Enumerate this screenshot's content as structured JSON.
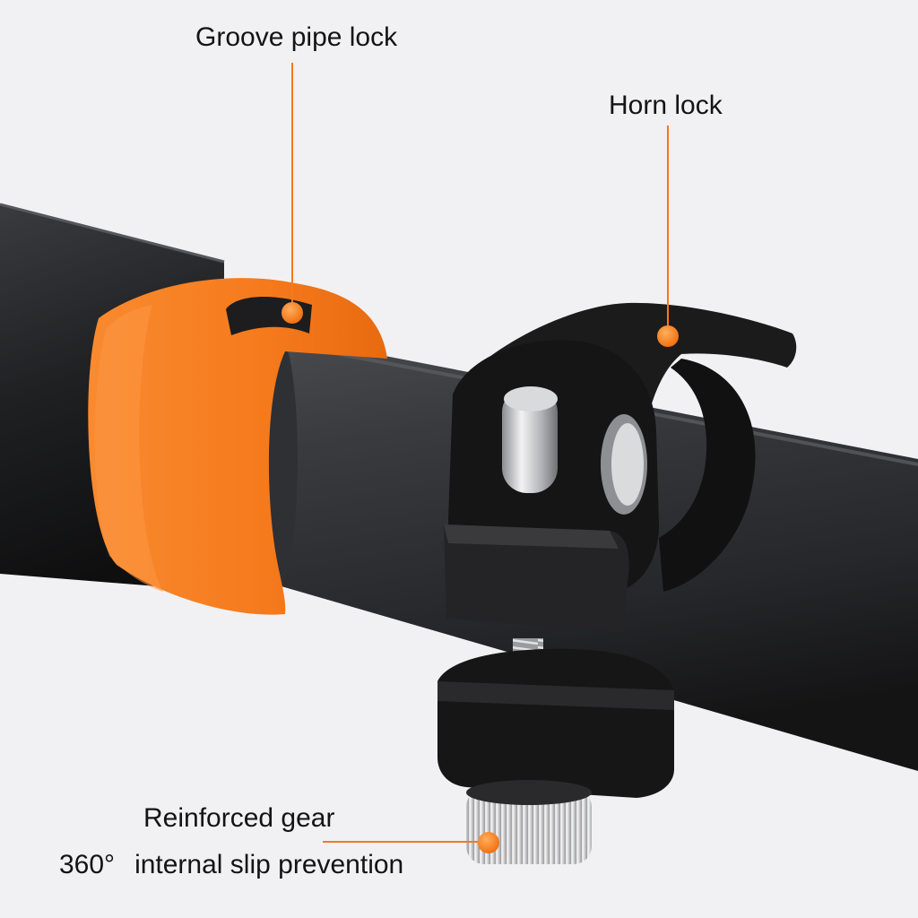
{
  "colors": {
    "background": "#f1f1f3",
    "accent_orange": "#f7781e",
    "tube_dark": "#2a2b2e",
    "clamp_black": "#161617",
    "metal": "#c8c9cc"
  },
  "callouts": {
    "groove_pipe_lock": "Groove pipe lock",
    "horn_lock": "Horn lock",
    "reinforced_gear": "Reinforced gear",
    "slip_prefix": "360°",
    "slip_text": "internal slip prevention"
  }
}
